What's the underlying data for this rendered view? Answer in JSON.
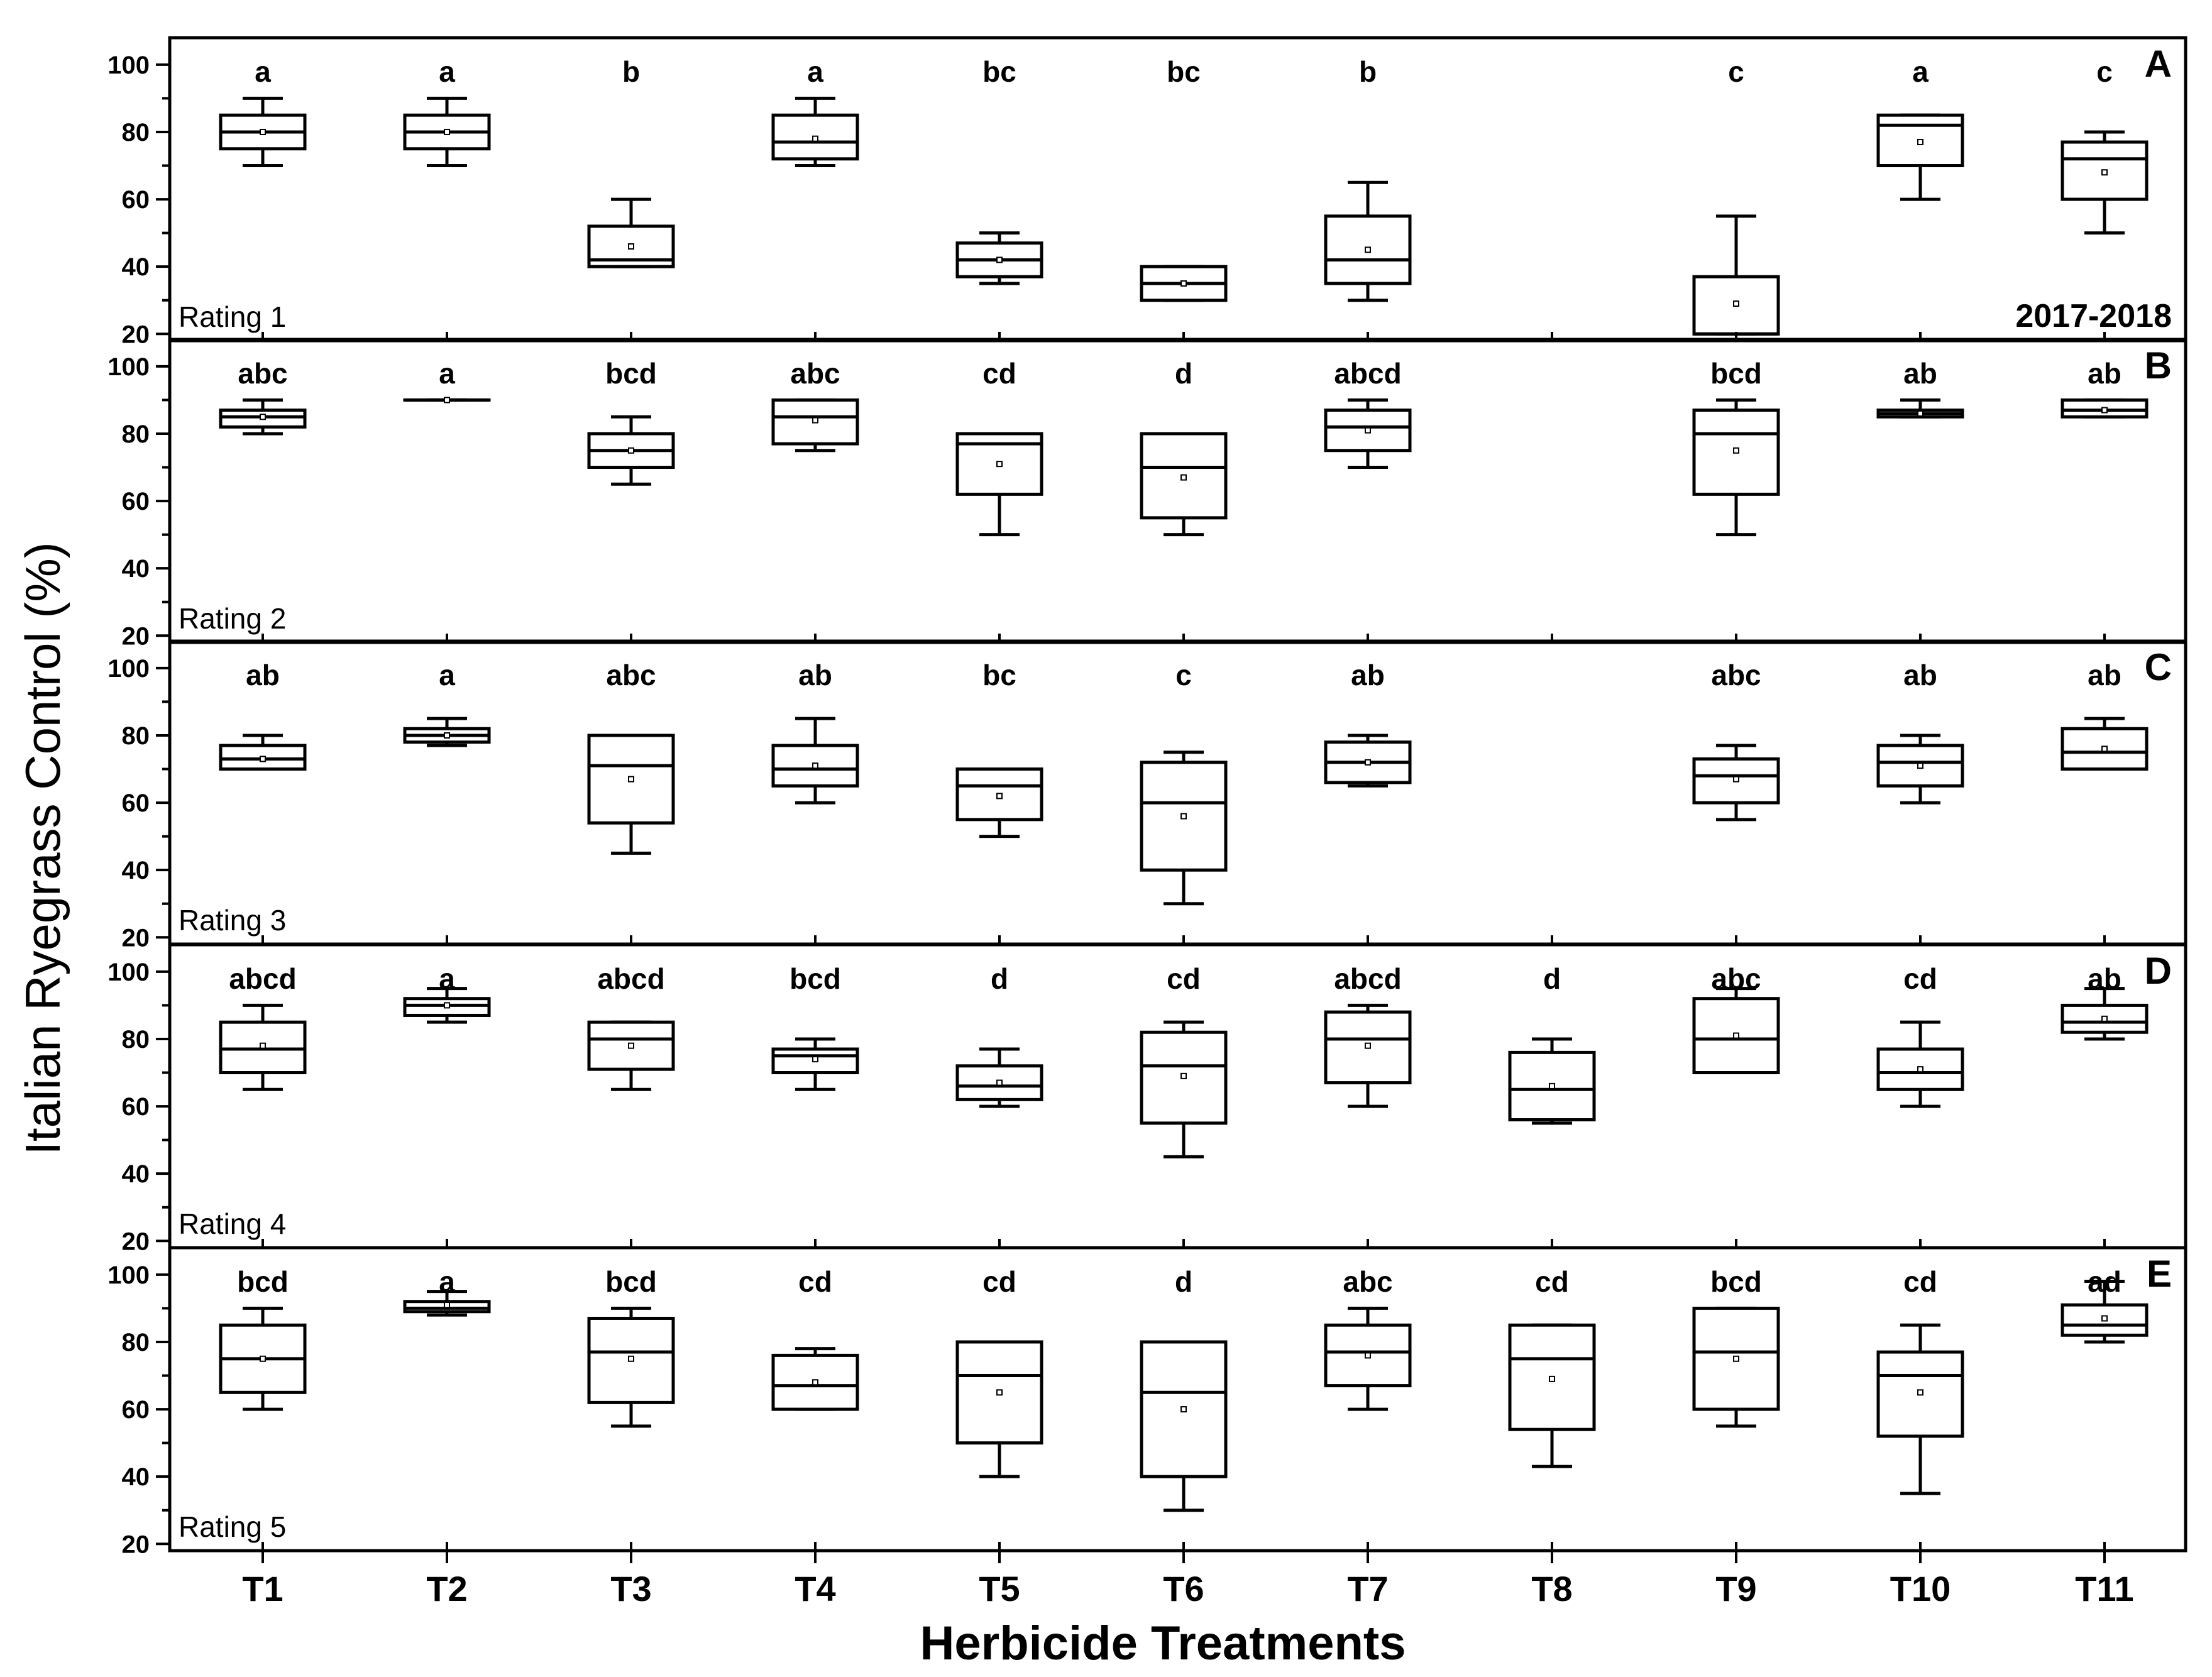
{
  "chart_data": {
    "type": "box",
    "ylabel": "Italian Ryegrass Control (%)",
    "xlabel": "Herbicide Treatments",
    "season": "2017-2018",
    "categories": [
      "T1",
      "T2",
      "T3",
      "T4",
      "T5",
      "T6",
      "T7",
      "T8",
      "T9",
      "T10",
      "T11"
    ],
    "ylim": [
      18,
      108
    ],
    "yticks": [
      20,
      40,
      60,
      80,
      100
    ],
    "panels": [
      {
        "panel_letter": "A",
        "rating_label": "Rating 1",
        "letters": [
          "a",
          "a",
          "b",
          "a",
          "bc",
          "bc",
          "b",
          "",
          "c",
          "a",
          "c"
        ],
        "boxes": [
          {
            "min": 70,
            "q1": 75,
            "median": 80,
            "q3": 85,
            "max": 90,
            "mean": 80
          },
          {
            "min": 70,
            "q1": 75,
            "median": 80,
            "q3": 85,
            "max": 90,
            "mean": 80
          },
          {
            "min": 40,
            "q1": 40,
            "median": 42,
            "q3": 52,
            "max": 60,
            "mean": 46
          },
          {
            "min": 70,
            "q1": 72,
            "median": 77,
            "q3": 85,
            "max": 90,
            "mean": 78
          },
          {
            "min": 35,
            "q1": 37,
            "median": 42,
            "q3": 47,
            "max": 50,
            "mean": 42
          },
          {
            "min": 30,
            "q1": 30,
            "median": 35,
            "q3": 40,
            "max": 40,
            "mean": 35
          },
          {
            "min": 30,
            "q1": 35,
            "median": 42,
            "q3": 55,
            "max": 65,
            "mean": 45
          },
          null,
          {
            "min": 20,
            "q1": 20,
            "median": 20,
            "q3": 37,
            "max": 55,
            "mean": 29
          },
          {
            "min": 60,
            "q1": 70,
            "median": 82,
            "q3": 85,
            "max": 85,
            "mean": 77
          },
          {
            "min": 50,
            "q1": 60,
            "median": 72,
            "q3": 77,
            "max": 80,
            "mean": 68
          }
        ]
      },
      {
        "panel_letter": "B",
        "rating_label": "Rating 2",
        "letters": [
          "abc",
          "a",
          "bcd",
          "abc",
          "cd",
          "d",
          "abcd",
          "",
          "bcd",
          "ab",
          "ab"
        ],
        "boxes": [
          {
            "min": 80,
            "q1": 82,
            "median": 85,
            "q3": 87,
            "max": 90,
            "mean": 85
          },
          {
            "min": 90,
            "q1": 90,
            "median": 90,
            "q3": 90,
            "max": 90,
            "mean": 90
          },
          {
            "min": 65,
            "q1": 70,
            "median": 75,
            "q3": 80,
            "max": 85,
            "mean": 75
          },
          {
            "min": 75,
            "q1": 77,
            "median": 85,
            "q3": 90,
            "max": 90,
            "mean": 84
          },
          {
            "min": 50,
            "q1": 62,
            "median": 77,
            "q3": 80,
            "max": 80,
            "mean": 71
          },
          {
            "min": 50,
            "q1": 55,
            "median": 70,
            "q3": 80,
            "max": 80,
            "mean": 67
          },
          {
            "min": 70,
            "q1": 75,
            "median": 82,
            "q3": 87,
            "max": 90,
            "mean": 81
          },
          null,
          {
            "min": 50,
            "q1": 62,
            "median": 80,
            "q3": 87,
            "max": 90,
            "mean": 75
          },
          {
            "min": 85,
            "q1": 85,
            "median": 86,
            "q3": 87,
            "max": 90,
            "mean": 86
          },
          {
            "min": 85,
            "q1": 85,
            "median": 87,
            "q3": 90,
            "max": 90,
            "mean": 87
          }
        ]
      },
      {
        "panel_letter": "C",
        "rating_label": "Rating 3",
        "letters": [
          "ab",
          "a",
          "abc",
          "ab",
          "bc",
          "c",
          "ab",
          "",
          "abc",
          "ab",
          "ab"
        ],
        "boxes": [
          {
            "min": 70,
            "q1": 70,
            "median": 73,
            "q3": 77,
            "max": 80,
            "mean": 73
          },
          {
            "min": 77,
            "q1": 78,
            "median": 80,
            "q3": 82,
            "max": 85,
            "mean": 80
          },
          {
            "min": 45,
            "q1": 54,
            "median": 71,
            "q3": 80,
            "max": 80,
            "mean": 67
          },
          {
            "min": 60,
            "q1": 65,
            "median": 70,
            "q3": 77,
            "max": 85,
            "mean": 71
          },
          {
            "min": 50,
            "q1": 55,
            "median": 65,
            "q3": 70,
            "max": 70,
            "mean": 62
          },
          {
            "min": 30,
            "q1": 40,
            "median": 60,
            "q3": 72,
            "max": 75,
            "mean": 56
          },
          {
            "min": 65,
            "q1": 66,
            "median": 72,
            "q3": 78,
            "max": 80,
            "mean": 72
          },
          null,
          {
            "min": 55,
            "q1": 60,
            "median": 68,
            "q3": 73,
            "max": 77,
            "mean": 67
          },
          {
            "min": 60,
            "q1": 65,
            "median": 72,
            "q3": 77,
            "max": 80,
            "mean": 71
          },
          {
            "min": 70,
            "q1": 70,
            "median": 75,
            "q3": 82,
            "max": 85,
            "mean": 76
          }
        ]
      },
      {
        "panel_letter": "D",
        "rating_label": "Rating 4",
        "letters": [
          "abcd",
          "a",
          "abcd",
          "bcd",
          "d",
          "cd",
          "abcd",
          "d",
          "abc",
          "cd",
          "ab"
        ],
        "boxes": [
          {
            "min": 65,
            "q1": 70,
            "median": 77,
            "q3": 85,
            "max": 90,
            "mean": 78
          },
          {
            "min": 85,
            "q1": 87,
            "median": 90,
            "q3": 92,
            "max": 95,
            "mean": 90
          },
          {
            "min": 65,
            "q1": 71,
            "median": 80,
            "q3": 85,
            "max": 85,
            "mean": 78
          },
          {
            "min": 65,
            "q1": 70,
            "median": 75,
            "q3": 77,
            "max": 80,
            "mean": 74
          },
          {
            "min": 60,
            "q1": 62,
            "median": 66,
            "q3": 72,
            "max": 77,
            "mean": 67
          },
          {
            "min": 45,
            "q1": 55,
            "median": 72,
            "q3": 82,
            "max": 85,
            "mean": 69
          },
          {
            "min": 60,
            "q1": 67,
            "median": 80,
            "q3": 88,
            "max": 90,
            "mean": 78
          },
          {
            "min": 55,
            "q1": 56,
            "median": 65,
            "q3": 76,
            "max": 80,
            "mean": 66
          },
          {
            "min": 70,
            "q1": 70,
            "median": 80,
            "q3": 92,
            "max": 95,
            "mean": 81
          },
          {
            "min": 60,
            "q1": 65,
            "median": 70,
            "q3": 77,
            "max": 85,
            "mean": 71
          },
          {
            "min": 80,
            "q1": 82,
            "median": 85,
            "q3": 90,
            "max": 95,
            "mean": 86
          }
        ]
      },
      {
        "panel_letter": "E",
        "rating_label": "Rating 5",
        "letters": [
          "bcd",
          "a",
          "bcd",
          "cd",
          "cd",
          "d",
          "abc",
          "cd",
          "bcd",
          "cd",
          "ad"
        ],
        "boxes": [
          {
            "min": 60,
            "q1": 65,
            "median": 75,
            "q3": 85,
            "max": 90,
            "mean": 75
          },
          {
            "min": 88,
            "q1": 89,
            "median": 90,
            "q3": 92,
            "max": 95,
            "mean": 91
          },
          {
            "min": 55,
            "q1": 62,
            "median": 77,
            "q3": 87,
            "max": 90,
            "mean": 75
          },
          {
            "min": 60,
            "q1": 60,
            "median": 67,
            "q3": 76,
            "max": 78,
            "mean": 68
          },
          {
            "min": 40,
            "q1": 50,
            "median": 70,
            "q3": 80,
            "max": 80,
            "mean": 65
          },
          {
            "min": 30,
            "q1": 40,
            "median": 65,
            "q3": 80,
            "max": 80,
            "mean": 60
          },
          {
            "min": 60,
            "q1": 67,
            "median": 77,
            "q3": 85,
            "max": 90,
            "mean": 76
          },
          {
            "min": 43,
            "q1": 54,
            "median": 75,
            "q3": 85,
            "max": 85,
            "mean": 69
          },
          {
            "min": 55,
            "q1": 60,
            "median": 77,
            "q3": 90,
            "max": 90,
            "mean": 75
          },
          {
            "min": 35,
            "q1": 52,
            "median": 70,
            "q3": 77,
            "max": 85,
            "mean": 65
          },
          {
            "min": 80,
            "q1": 82,
            "median": 85,
            "q3": 91,
            "max": 98,
            "mean": 87
          }
        ]
      }
    ]
  }
}
